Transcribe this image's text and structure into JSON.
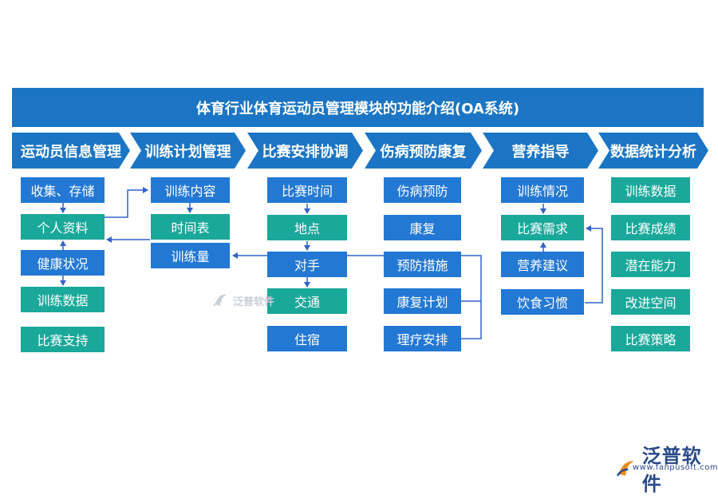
{
  "title": "体育行业体育运动员管理模块的功能介绍(OA系统)",
  "columns": [
    {
      "header": "运动员信息管理",
      "items": [
        "收集、存储",
        "个人资料",
        "健康状况",
        "训练数据",
        "比赛支持"
      ]
    },
    {
      "header": "训练计划管理",
      "items": [
        "训练内容",
        "时间表",
        "训练量"
      ]
    },
    {
      "header": "比赛安排协调",
      "items": [
        "比赛时间",
        "地点",
        "对手",
        "交通",
        "住宿"
      ]
    },
    {
      "header": "伤病预防康复",
      "items": [
        "伤病预防",
        "康复",
        "预防措施",
        "康复计划",
        "理疗安排"
      ]
    },
    {
      "header": "营养指导",
      "items": [
        "训练情况",
        "比赛需求",
        "营养建议",
        "饮食习惯"
      ]
    },
    {
      "header": "数据统计分析",
      "items": [
        "训练数据",
        "比赛成绩",
        "潜在能力",
        "改进空间",
        "比赛策略"
      ]
    }
  ],
  "colors": {
    "primary": "#1b75c4",
    "box_blue": "#2378d4",
    "box_teal": "#1aa89a",
    "connector": "#2f63c9"
  },
  "watermark": {
    "brand": "泛普软件",
    "url": "www.fanpusoft.com"
  }
}
